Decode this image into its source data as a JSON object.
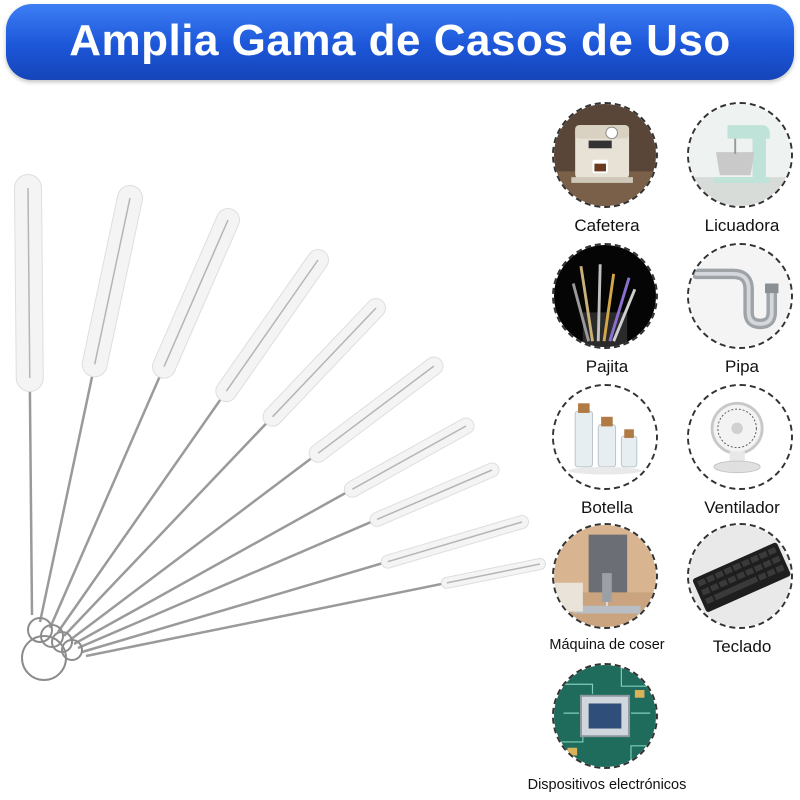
{
  "header": {
    "title": "Amplia Gama de Casos de Uso"
  },
  "use_cases": [
    {
      "label": "Cafetera",
      "icon": "coffee-machine-icon"
    },
    {
      "label": "Licuadora",
      "icon": "stand-mixer-icon"
    },
    {
      "label": "Pajita",
      "icon": "straws-icon"
    },
    {
      "label": "Pipa",
      "icon": "pipe-icon"
    },
    {
      "label": "Botella",
      "icon": "bottles-icon"
    },
    {
      "label": "Ventilador",
      "icon": "fan-icon"
    },
    {
      "label": "Máquina de coser",
      "icon": "sewing-machine-icon"
    },
    {
      "label": "Teclado",
      "icon": "keyboard-icon"
    },
    {
      "label": "Dispositivos electrónicos",
      "icon": "circuit-board-icon"
    }
  ],
  "colors": {
    "banner": "#1c56d8",
    "banner_text": "#ffffff",
    "bristle": "#f4f4f4",
    "wire": "#9a9a9a"
  }
}
